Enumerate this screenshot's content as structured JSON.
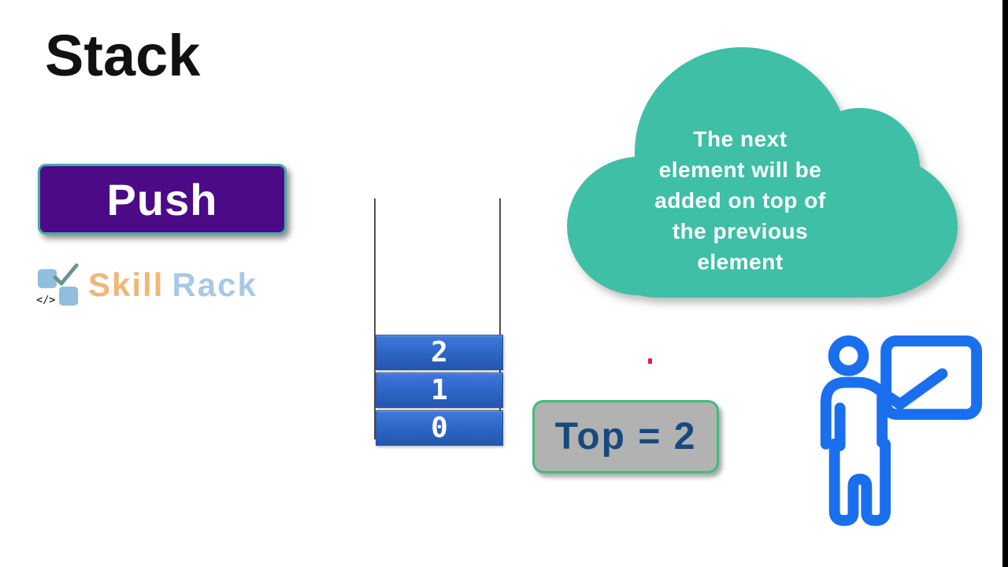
{
  "title": "Stack",
  "push_button": {
    "label": "Push"
  },
  "logo": {
    "skill": "Skill",
    "rack": "Rack",
    "code_glyph": "</>"
  },
  "stack": {
    "cells": [
      {
        "value": "2"
      },
      {
        "value": "1"
      },
      {
        "value": "0"
      }
    ]
  },
  "cloud": {
    "text": "The next\nelement will be\nadded on top of\nthe previous\nelement"
  },
  "top_indicator": {
    "label": "Top = 2"
  },
  "icons": {
    "teacher": "teacher-pointing-at-whiteboard",
    "logo_check": "checkmark",
    "logo_code": "code-brackets",
    "logo_squares": "two-blue-rounded-squares"
  },
  "colors": {
    "title-black": "#111111",
    "push-purple": "#4c0a87",
    "push-border-teal": "#49aaa9",
    "cloud-teal": "#3ebfa6",
    "stack-blue": "#2f68c8",
    "stack-blue-dark": "#2456ae",
    "stack-border": "#2d4f9e",
    "wall-gray": "#4f4f4f",
    "top-box-gray": "#b2b2b2",
    "top-box-border-green": "#3fbc7f",
    "top-text-navy": "#17497d",
    "teacher-blue": "#1a6fee",
    "skill-orange": "#f0b678",
    "rack-blue": "#a7c9e6",
    "logo-square-blue": "#92bede",
    "logo-check-teal": "#69938e",
    "marker-red": "#e8194a",
    "edge-black": "#000000"
  }
}
